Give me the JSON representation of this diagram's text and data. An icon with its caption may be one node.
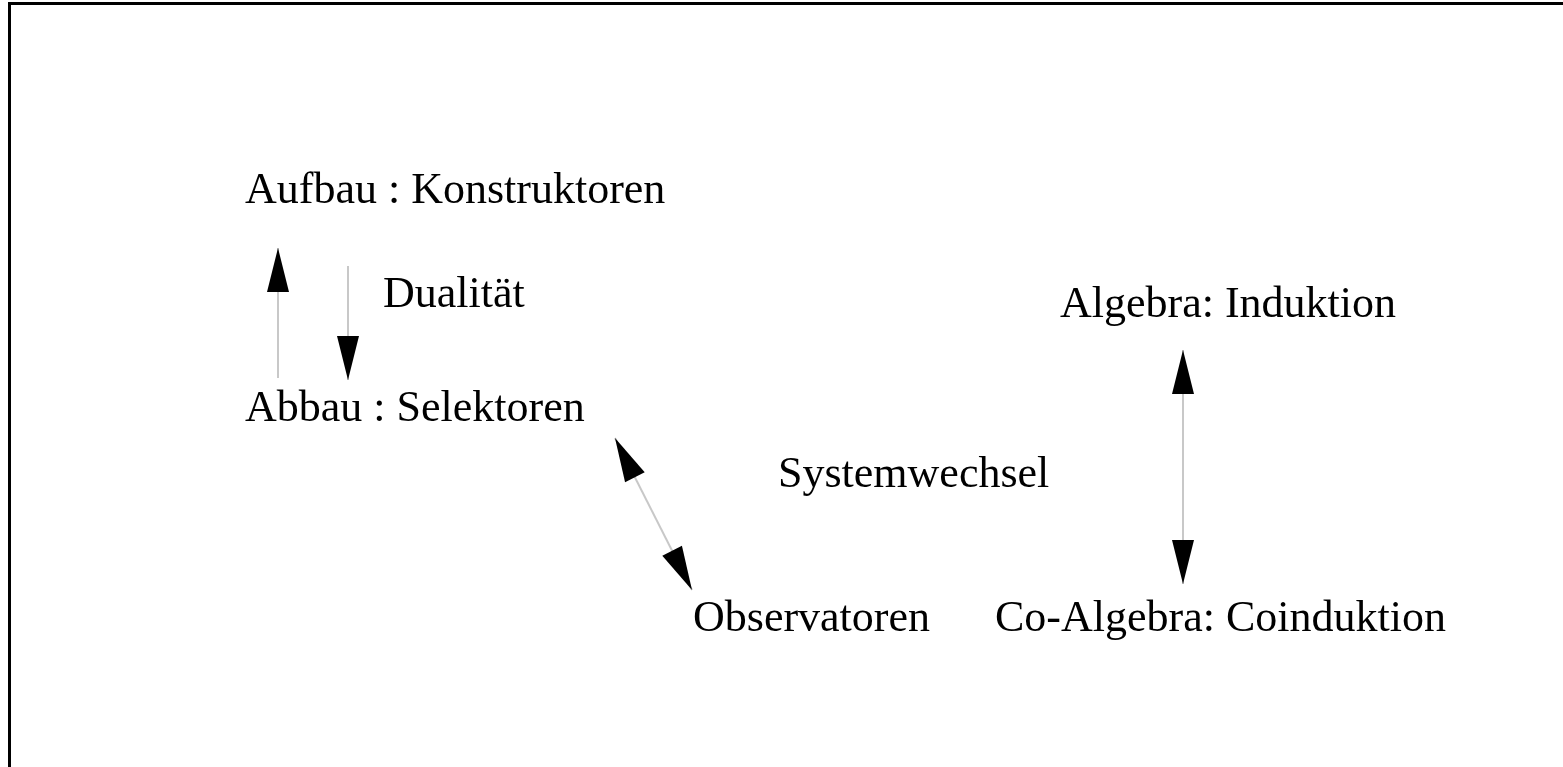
{
  "diagram": {
    "nodes": [
      {
        "text": [
          "Aufbau : Konstruktoren"
        ]
      },
      {
        "text": [
          "Abbau : Selektoren"
        ]
      },
      {
        "text": [
          "Algebra: Induktion"
        ]
      },
      {
        "text": [
          "Observatoren"
        ]
      },
      {
        "text": [
          "Co-Algebra: Coinduktion"
        ]
      }
    ],
    "edges": [
      {
        "from": 1,
        "to": 0,
        "arrow": "to"
      },
      {
        "from": 0,
        "to": 1,
        "arrow": "to"
      },
      {
        "from": 1,
        "to": 3,
        "arrow": "both"
      },
      {
        "from": 2,
        "to": 4,
        "arrow": "both"
      }
    ],
    "labels": [
      "Dualität",
      "Systemwechsel"
    ]
  }
}
